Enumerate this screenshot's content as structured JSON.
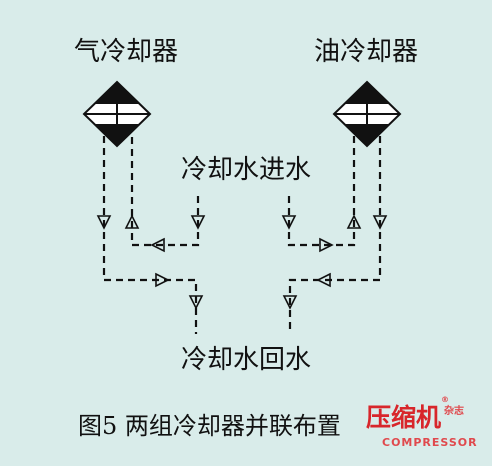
{
  "labels": {
    "air_cooler": "气冷却器",
    "oil_cooler": "油冷却器",
    "supply": "冷却水进水",
    "return": "冷却水回水"
  },
  "caption": "图5  两组冷却器并联布置",
  "watermark": {
    "brand": "压缩机",
    "tag": "杂志",
    "english": "COMPRESSOR",
    "mark": "®"
  },
  "colors": {
    "background": "#d9ecea",
    "line": "#111111",
    "watermark": "#d8262b"
  },
  "icons": [
    "cooler-symbol",
    "flow-arrow"
  ]
}
